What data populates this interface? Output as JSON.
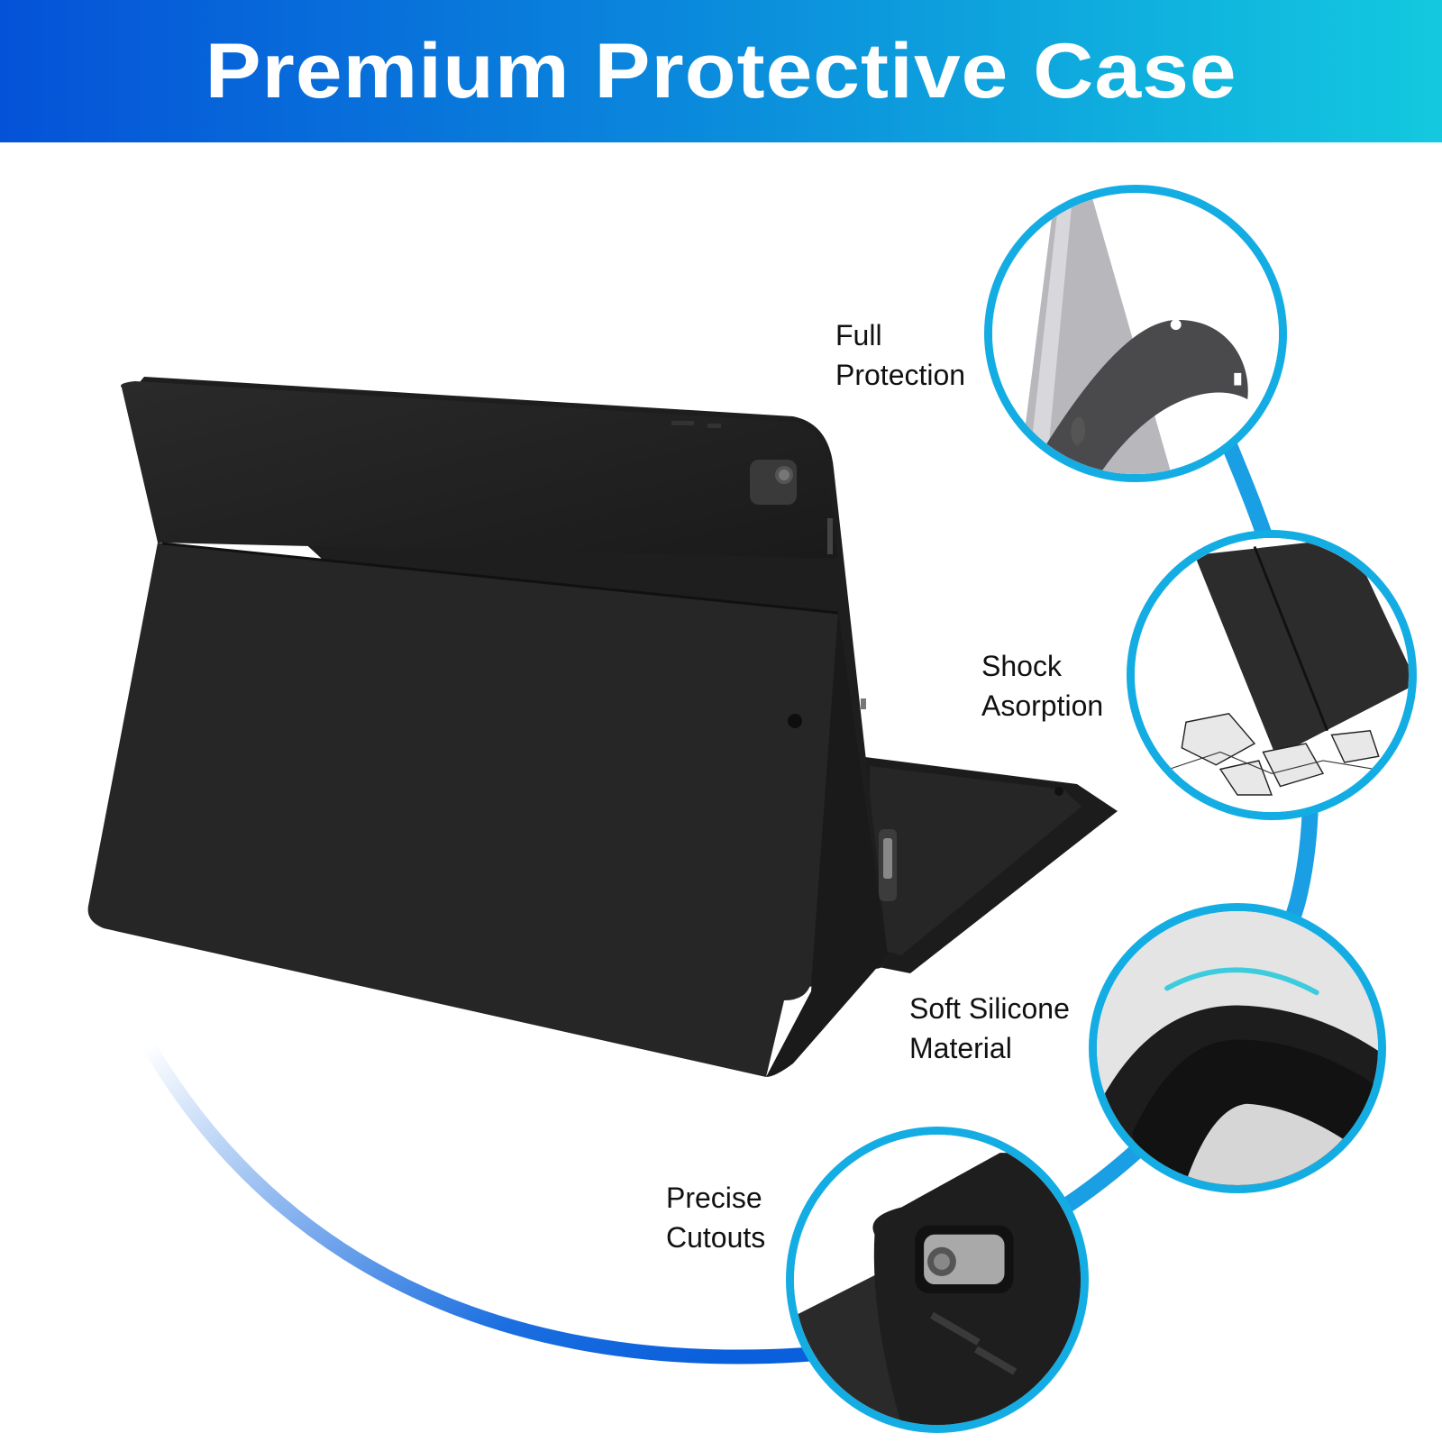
{
  "banner": {
    "title": "Premium Protective Case",
    "gradient_start": "#0552d8",
    "gradient_end": "#13c9df"
  },
  "accent_colors": {
    "circle_border": "#14ade3",
    "arc_start": "#ffffff",
    "arc_end": "#0a5fdc"
  },
  "product": {
    "description": "black tablet keyboard case in stand mode, rear view"
  },
  "features": [
    {
      "id": "full-protection",
      "line1": "Full",
      "line2": "Protection",
      "icon": "silicone-back-shell-image"
    },
    {
      "id": "shock-absorption",
      "line1": "Shock",
      "line2": "Asorption",
      "icon": "cracked-floor-impact-image"
    },
    {
      "id": "soft-silicone",
      "line1": "Soft Silicone",
      "line2": "Material",
      "icon": "silicone-corner-closeup-image"
    },
    {
      "id": "precise-cutouts",
      "line1": "Precise",
      "line2": "Cutouts",
      "icon": "camera-cutout-closeup-image"
    }
  ]
}
